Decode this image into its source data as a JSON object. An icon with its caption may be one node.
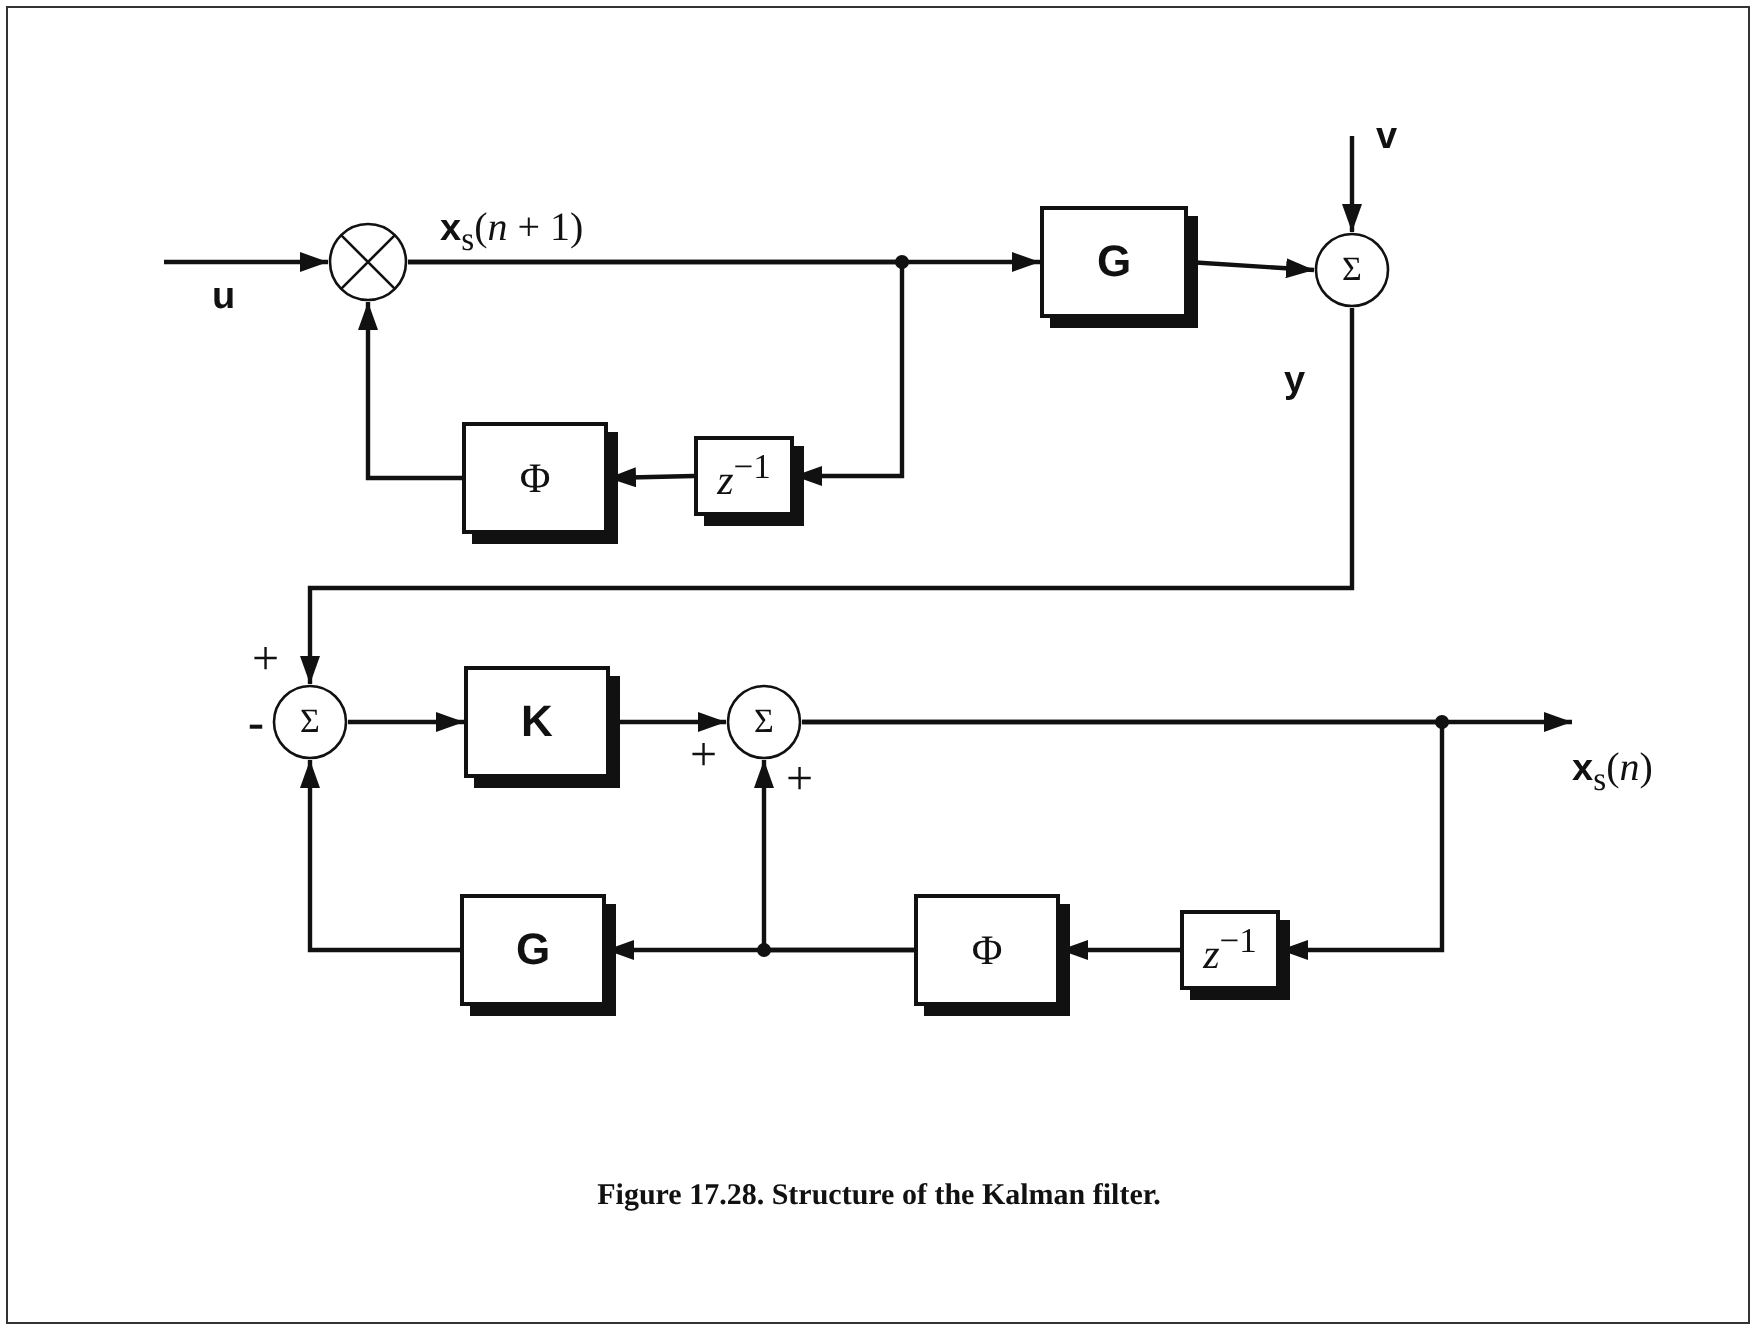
{
  "diagram": {
    "caption": "Figure 17.28. Structure of the Kalman filter.",
    "nodes": [
      {
        "text": [],
        "shape": "circle"
      },
      {
        "text": [
          "G"
        ]
      },
      {
        "text": [
          "Σ"
        ]
      },
      {
        "text": [
          "Φ"
        ]
      },
      {
        "text": [
          "*z*$^{−1}$"
        ]
      },
      {
        "text": [
          "Σ"
        ]
      },
      {
        "text": [
          "K"
        ]
      },
      {
        "text": [
          "Σ"
        ]
      },
      {
        "text": [
          "G"
        ]
      },
      {
        "text": [
          "Φ"
        ]
      },
      {
        "text": [
          "*z*$^{−1}$"
        ]
      }
    ],
    "edges": [
      {
        "from": null,
        "to": 0,
        "arrow": "to",
        "label": "u"
      },
      {
        "from": 4,
        "to": 3,
        "arrow": "to"
      },
      {
        "from": 3,
        "to": 0,
        "arrow": "to"
      },
      {
        "from": 0,
        "to": 1,
        "arrow": "to",
        "label": "**x**$_{s}$(*n* + 1)"
      },
      {
        "from": 0,
        "to": 4,
        "arrow": "to"
      },
      {
        "from": 1,
        "to": 2,
        "arrow": "to"
      },
      {
        "from": null,
        "to": 2,
        "arrow": "to",
        "label": "v"
      },
      {
        "from": 2,
        "to": 5,
        "arrow": "to",
        "label": "y"
      },
      {
        "from": 5,
        "to": 6,
        "arrow": "to"
      },
      {
        "from": 6,
        "to": 7,
        "arrow": "to"
      },
      {
        "from": 7,
        "to": null,
        "arrow": "to",
        "label": "**x**$_{s}$(*n*)"
      },
      {
        "from": 7,
        "to": 10,
        "arrow": "to"
      },
      {
        "from": 10,
        "to": 9,
        "arrow": "to"
      },
      {
        "from": 9,
        "to": 8,
        "arrow": "to"
      },
      {
        "from": 9,
        "to": 7,
        "arrow": "to"
      },
      {
        "from": 8,
        "to": 5,
        "arrow": "to"
      }
    ],
    "labels": [
      "+",
      "-",
      "+",
      "+"
    ]
  }
}
